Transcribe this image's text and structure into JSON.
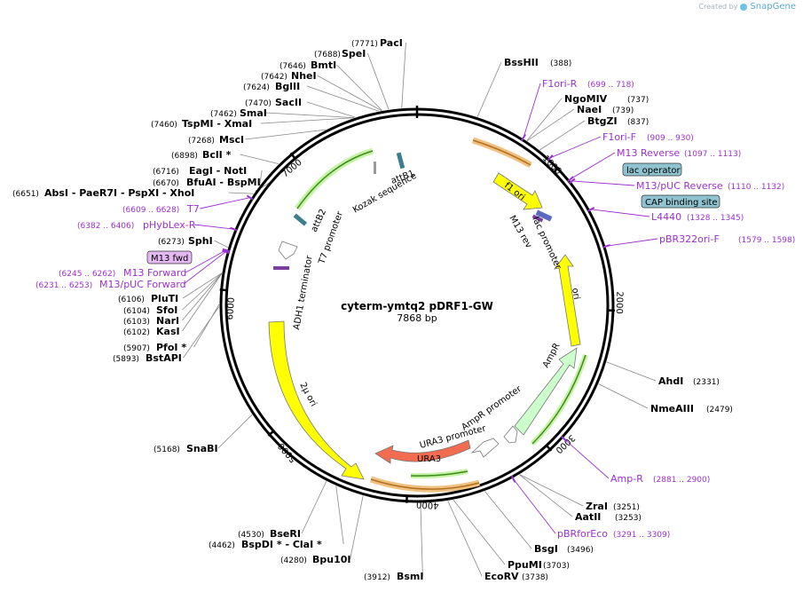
{
  "credit": {
    "prefix": "Created by",
    "brand": "SnapGene"
  },
  "plasmid": {
    "name": "cyterm-ymtq2 pDRF1-GW",
    "length": "7868 bp",
    "total_bp": 7868
  },
  "ticks": [
    "1000",
    "2000",
    "3000",
    "4000",
    "5000",
    "6000",
    "7000"
  ],
  "sites": [
    {
      "name": "PacI",
      "pos": "(7771)",
      "bp": 7771
    },
    {
      "name": "SpeI",
      "pos": "(7688)",
      "bp": 7688
    },
    {
      "name": "BmtI",
      "pos": "(7646)",
      "bp": 7646
    },
    {
      "name": "NheI",
      "pos": "(7642)",
      "bp": 7642
    },
    {
      "name": "BglII",
      "pos": "(7624)",
      "bp": 7624
    },
    {
      "name": "SacII",
      "pos": "(7470)",
      "bp": 7470
    },
    {
      "name": "SmaI",
      "pos": "(7462)",
      "bp": 7462
    },
    {
      "name": "TspMI  - XmaI",
      "pos": "(7460)",
      "bp": 7460
    },
    {
      "name": "MscI",
      "pos": "(7268)",
      "bp": 7268
    },
    {
      "name": "BclI *",
      "pos": "(6898)",
      "bp": 6898
    },
    {
      "name": "EagI  - NotI",
      "pos": "(6716)",
      "bp": 6716
    },
    {
      "name": "BfuAI  - BspMI",
      "pos": "(6670)",
      "bp": 6670
    },
    {
      "name": "AbsI  - PaeR7I  - PspXI  - XhoI",
      "pos": "(6651)",
      "bp": 6651
    },
    {
      "name": "SphI",
      "pos": "(6273)",
      "bp": 6273
    },
    {
      "name": "PluTI",
      "pos": "(6106)",
      "bp": 6106
    },
    {
      "name": "SfoI",
      "pos": "(6104)",
      "bp": 6104
    },
    {
      "name": "NarI",
      "pos": "(6103)",
      "bp": 6103
    },
    {
      "name": "KasI",
      "pos": "(6102)",
      "bp": 6102
    },
    {
      "name": "PfoI *",
      "pos": "(5907)",
      "bp": 5907
    },
    {
      "name": "BstAPI",
      "pos": "(5893)",
      "bp": 5893
    },
    {
      "name": "SnaBI",
      "pos": "(5168)",
      "bp": 5168
    },
    {
      "name": "BseRI",
      "pos": "(4530)",
      "bp": 4530
    },
    {
      "name": "BspDI *  - ClaI *",
      "pos": "(4462)",
      "bp": 4462
    },
    {
      "name": "Bpu10I",
      "pos": "(4280)",
      "bp": 4280
    },
    {
      "name": "BsmI",
      "pos": "(3912)",
      "bp": 3912
    },
    {
      "name": "EcoRV",
      "pos": "(3738)",
      "bp": 3738
    },
    {
      "name": "PpuMI",
      "pos": "(3703)",
      "bp": 3703
    },
    {
      "name": "BsgI",
      "pos": "(3496)",
      "bp": 3496
    },
    {
      "name": "AatII",
      "pos": "(3253)",
      "bp": 3253
    },
    {
      "name": "ZraI",
      "pos": "(3251)",
      "bp": 3251
    },
    {
      "name": "NmeAIII",
      "pos": "(2479)",
      "bp": 2479
    },
    {
      "name": "AhdI",
      "pos": "(2331)",
      "bp": 2331
    },
    {
      "name": "BtgZI",
      "pos": "(837)",
      "bp": 837
    },
    {
      "name": "NaeI",
      "pos": "(739)",
      "bp": 739
    },
    {
      "name": "NgoMIV",
      "pos": "(737)",
      "bp": 737
    },
    {
      "name": "BssHII",
      "pos": "(388)",
      "bp": 388
    }
  ],
  "primers": [
    {
      "name": "F1ori-R",
      "pos": "(699 .. 718)",
      "bp": 708
    },
    {
      "name": "F1ori-F",
      "pos": "(909 .. 930)",
      "bp": 920
    },
    {
      "name": "M13 Reverse",
      "pos": "(1097 .. 1113)",
      "bp": 1105
    },
    {
      "name": "M13/pUC Reverse",
      "pos": "(1110 .. 1132)",
      "bp": 1121
    },
    {
      "name": "L4440",
      "pos": "(1328 .. 1345)",
      "bp": 1336
    },
    {
      "name": "pBR322ori-F",
      "pos": "(1579 .. 1598)",
      "bp": 1588
    },
    {
      "name": "Amp-R",
      "pos": "(2881 .. 2900)",
      "bp": 2890
    },
    {
      "name": "pBRforEco",
      "pos": "(3291 .. 3309)",
      "bp": 3300
    },
    {
      "name": "M13/pUC Forward",
      "pos": "(6231 .. 6253)",
      "bp": 6242
    },
    {
      "name": "M13 Forward",
      "pos": "(6245 .. 6262)",
      "bp": 6253
    },
    {
      "name": "pHybLex-R",
      "pos": "(6382 .. 6406)",
      "bp": 6394
    },
    {
      "name": "T7",
      "pos": "(6609 .. 6628)",
      "bp": 6618
    }
  ],
  "boxed_features": [
    {
      "name": "lac operator",
      "color": "#8ec3cf"
    },
    {
      "name": "CAP binding site",
      "color": "#8ec3cf"
    },
    {
      "name": "M13 fwd",
      "color": "#e4b8f0"
    }
  ],
  "features": [
    {
      "name": "f1 ori",
      "color": "#ffff00"
    },
    {
      "name": "ori",
      "color": "#ffff00"
    },
    {
      "name": "AmpR",
      "color": "#ccffcc"
    },
    {
      "name": "AmpR promoter",
      "color": "#ffffff"
    },
    {
      "name": "URA3",
      "color": "#f26c4f"
    },
    {
      "name": "URA3 promoter",
      "color": "#ffffff"
    },
    {
      "name": "2μ ori",
      "color": "#ffff00"
    },
    {
      "name": "ADH1 terminator",
      "color": "#999999"
    },
    {
      "name": "T7 promoter",
      "color": "#ffffff"
    },
    {
      "name": "attB2",
      "color": "#3b7f8c"
    },
    {
      "name": "attB1",
      "color": "#3b7f8c"
    },
    {
      "name": "Kozak sequence",
      "color": "#999999"
    },
    {
      "name": "lac promoter",
      "color": "#ffffff"
    },
    {
      "name": "M13 rev",
      "color": "#7b3fa0"
    }
  ],
  "colors": {
    "enzyme": "#000000",
    "primer": "#9b30d0",
    "orf_green": "#7fdc4f",
    "orf_orange": "#f0b060",
    "backbone": "#000000"
  }
}
